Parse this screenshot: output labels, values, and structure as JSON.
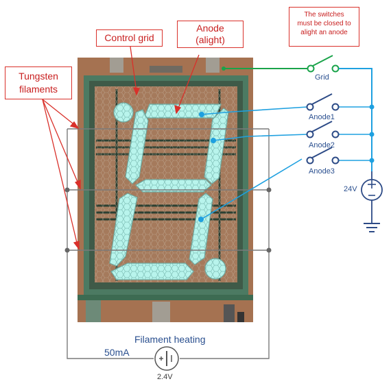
{
  "labels": {
    "control_grid": "Control grid",
    "anode_line1": "Anode",
    "anode_line2": "(alight)",
    "tungsten_line1": "Tungsten",
    "tungsten_line2": "filaments",
    "note_line1": "The switches",
    "note_line2": "must be closed to",
    "note_line3": "alight an anode",
    "switch_grid": "Grid",
    "switch_anode1": "Anode1",
    "switch_anode2": "Anode2",
    "switch_anode3": "Anode3",
    "supply_voltage": "24V",
    "filament_heating": "Filament heating",
    "filament_current": "50mA",
    "filament_voltage": "2.4V",
    "plus_sign": "+",
    "minus_sign": "−"
  },
  "colors": {
    "annotation_red": "#d9302a",
    "grid_wire_green": "#1aa34a",
    "anode_wire_blue": "#1ea0e0",
    "switch_navy": "#2c4a86",
    "filament_grey": "#7a7a7a",
    "segment_glow": "#b8f4ec"
  }
}
